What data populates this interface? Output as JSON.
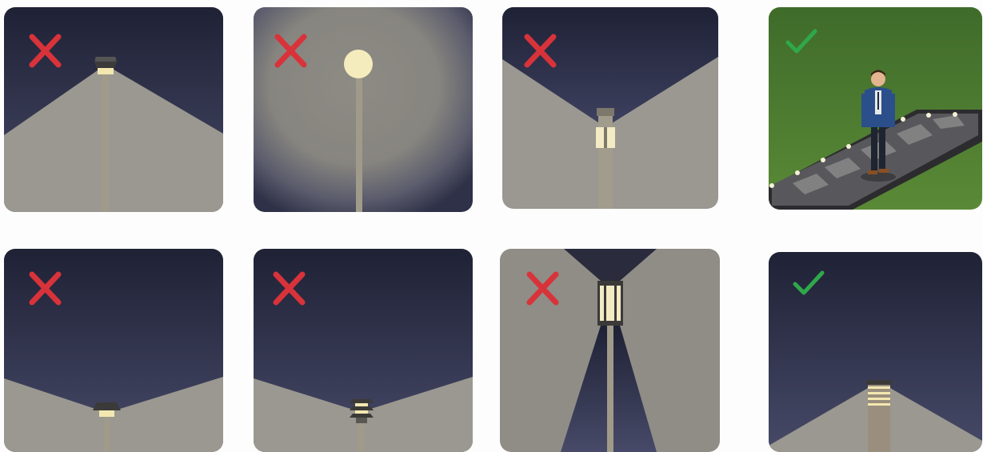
{
  "colors": {
    "night_top": "#22243a",
    "night_bottom": "#3a3d58",
    "light_cone": "#9a9890",
    "cross_red": "#d8333a",
    "check_green": "#2fa84a",
    "pole": "#9f9a8c",
    "grass": "#4b7a2f",
    "walkway": "#4a4a4d"
  },
  "tiles": [
    {
      "verdict": "incorrect",
      "icon": "cross-icon",
      "fixture": "area-light-wide-spill"
    },
    {
      "verdict": "incorrect",
      "icon": "cross-icon",
      "fixture": "globe-light-glare"
    },
    {
      "verdict": "incorrect",
      "icon": "cross-icon",
      "fixture": "bollard-uplight"
    },
    {
      "verdict": "correct",
      "icon": "check-icon",
      "fixture": "low-path-lights-with-pedestrian"
    },
    {
      "verdict": "incorrect",
      "icon": "cross-icon",
      "fixture": "low-shaded-lantern-wide-spill"
    },
    {
      "verdict": "incorrect",
      "icon": "cross-icon",
      "fixture": "pagoda-light-wide-spill"
    },
    {
      "verdict": "incorrect",
      "icon": "cross-icon",
      "fixture": "lantern-up-and-down-light"
    },
    {
      "verdict": "correct",
      "icon": "check-icon",
      "fixture": "louvered-bollard-downlight"
    }
  ]
}
